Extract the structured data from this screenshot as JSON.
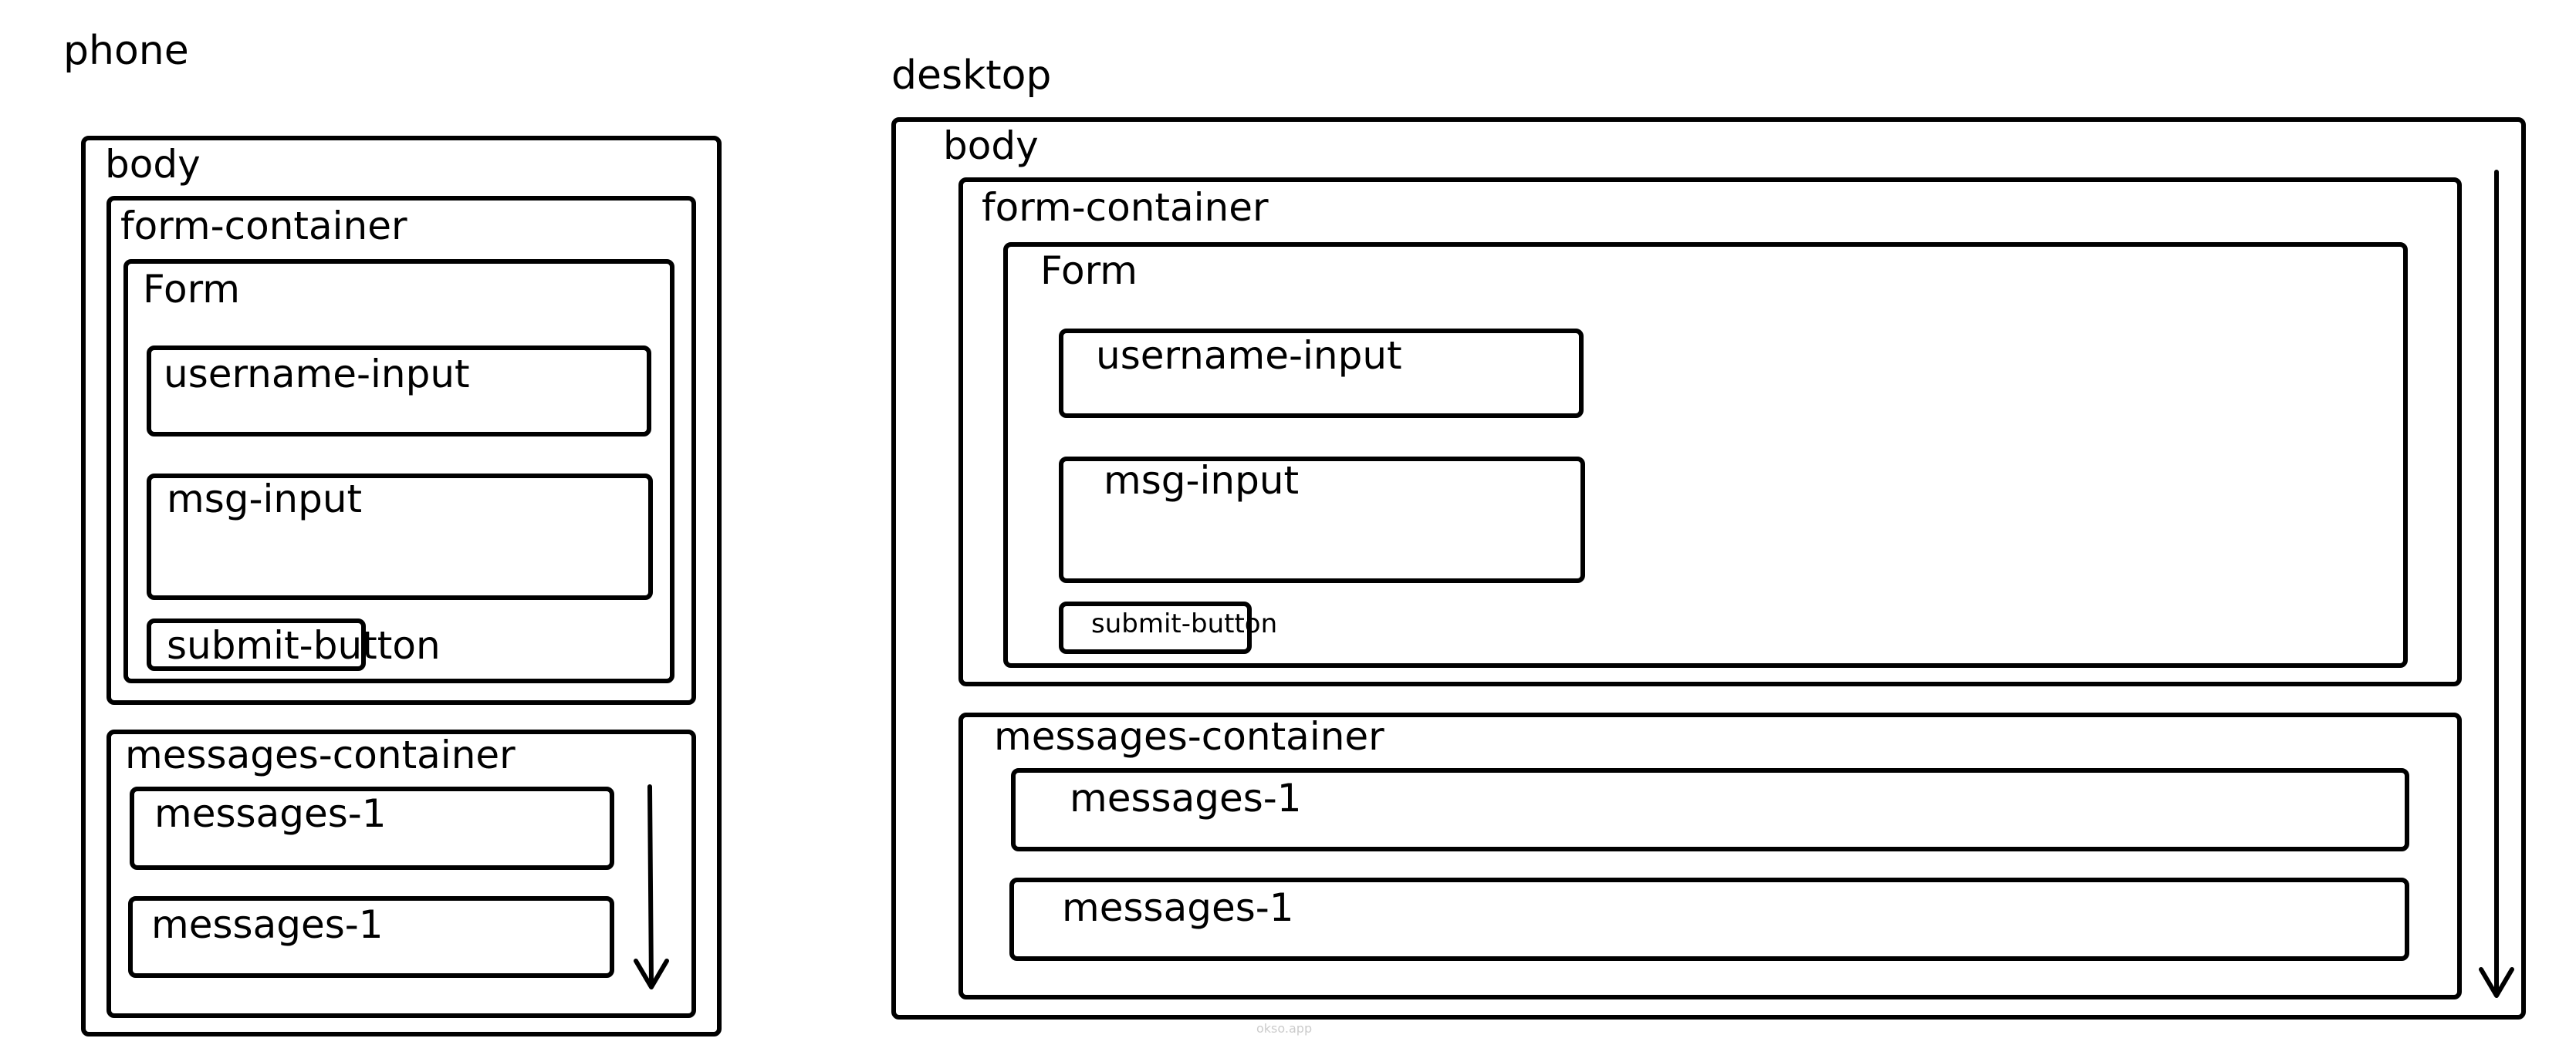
{
  "phone": {
    "title": "phone",
    "body_label": "body",
    "form_container_label": "form-container",
    "form_label": "Form",
    "username_input_label": "username-input",
    "msg_input_label": "msg-input",
    "submit_button_label": "submit-button",
    "messages_container_label": "messages-container",
    "message_labels": [
      "messages-1",
      "messages-1"
    ]
  },
  "desktop": {
    "title": "desktop",
    "body_label": "body",
    "form_container_label": "form-container",
    "form_label": "Form",
    "username_input_label": "username-input",
    "msg_input_label": "msg-input",
    "submit_button_label": "submit-button",
    "messages_container_label": "messages-container",
    "message_labels": [
      "messages-1",
      "messages-1"
    ]
  },
  "watermark": "okso.app",
  "icons": {
    "scroll_arrow": "arrow-down-icon"
  },
  "colors": {
    "stroke": "#000000",
    "background": "#ffffff"
  }
}
